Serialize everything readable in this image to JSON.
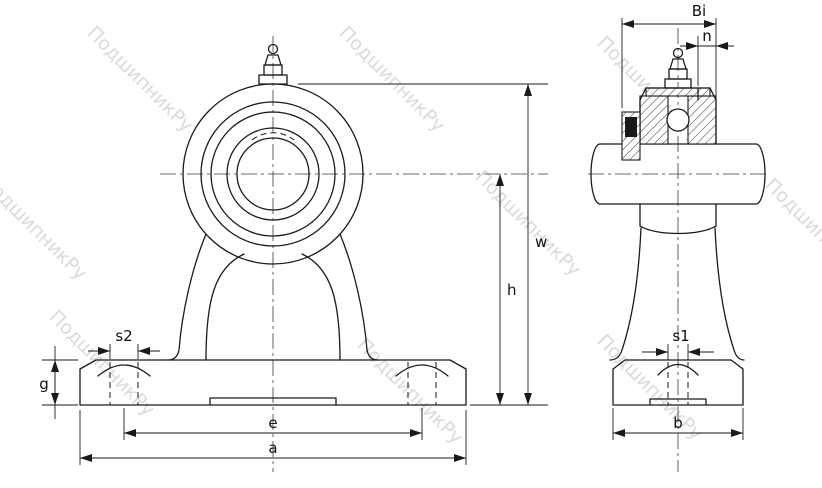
{
  "drawing": {
    "watermark_text": "ПодшипникРу",
    "front_view": {
      "labels": {
        "s2": "s2",
        "g": "g",
        "e": "e",
        "a": "a",
        "h": "h",
        "w": "w"
      }
    },
    "side_view": {
      "labels": {
        "bi": "Bi",
        "n": "n",
        "s1": "s1",
        "b": "b"
      }
    },
    "colors": {
      "line": "#1a1a1a",
      "centerline": "#3a3a3a",
      "watermark": "#c7c7c7",
      "background": "#ffffff"
    }
  }
}
